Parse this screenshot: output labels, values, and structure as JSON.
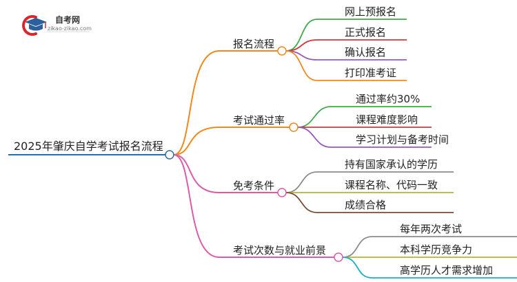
{
  "logo": {
    "name": "自考网",
    "domain": "zikao-zikao.com",
    "colors": {
      "ring": "#d9262c",
      "cap": "#2b5f9e"
    }
  },
  "root": {
    "label": "2025年肇庆自学考试报名流程",
    "color": "#2e6da4"
  },
  "branches": [
    {
      "label": "报名流程",
      "color": "#f0891a",
      "leaves": [
        {
          "label": "网上预报名",
          "color": "#3daa4a"
        },
        {
          "label": "正式报名",
          "color": "#d93434"
        },
        {
          "label": "确认报名",
          "color": "#9457c2"
        },
        {
          "label": "打印准考证",
          "color": "#f0891a"
        }
      ]
    },
    {
      "label": "考试通过率",
      "color": "#f0891a",
      "leaves": [
        {
          "label": "通过率约30%",
          "color": "#3daa4a"
        },
        {
          "label": "课程难度影响",
          "color": "#d93434"
        },
        {
          "label": "学习计划与备考时间",
          "color": "#9457c2"
        }
      ]
    },
    {
      "label": "免考条件",
      "color": "#dd5aa8",
      "leaves": [
        {
          "label": "持有国家承认的学历",
          "color": "#8c8c8c"
        },
        {
          "label": "课程名称、代码一致",
          "color": "#b5b532"
        },
        {
          "label": "成绩合格",
          "color": "#7a4b32"
        }
      ]
    },
    {
      "label": "考试次数与就业前景",
      "color": "#dd5aa8",
      "leaves": [
        {
          "label": "每年两次考试",
          "color": "#8c8c8c"
        },
        {
          "label": "本科学历竞争力",
          "color": "#b5b532"
        },
        {
          "label": "高学历人才需求增加",
          "color": "#17b0c4"
        }
      ]
    }
  ]
}
